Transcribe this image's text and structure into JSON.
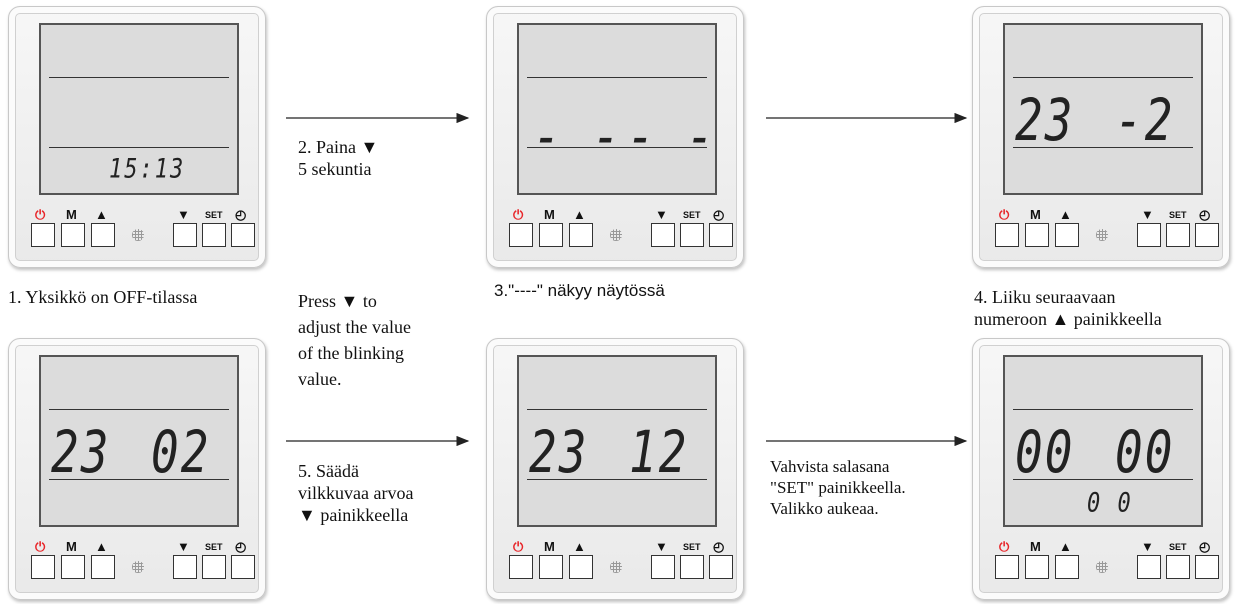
{
  "panels": [
    {
      "id": "p1",
      "big_left": "",
      "big_right": "",
      "small": "15:13"
    },
    {
      "id": "p2",
      "big_left": "- -",
      "big_right": "- -",
      "small": ""
    },
    {
      "id": "p3",
      "big_left": "23",
      "big_right": "-2",
      "small": ""
    },
    {
      "id": "p4",
      "big_left": "23",
      "big_right": "02",
      "small": ""
    },
    {
      "id": "p5",
      "big_left": "23",
      "big_right": "12",
      "small": ""
    },
    {
      "id": "p6",
      "big_left": "00",
      "big_right": "00",
      "small": "0 0"
    }
  ],
  "buttons": {
    "power": "⏻",
    "mode": "M",
    "up": "▲",
    "down": "▼",
    "set": "SET",
    "clock": "◴"
  },
  "colors": {
    "power": "#e8262a",
    "lcd_bg": "#dcdcdc"
  },
  "captions": {
    "step1": "1. Yksikkö on OFF-tilassa",
    "step2": "2. Paina ▼\n5 sekuntia",
    "step3": "3.\"----\" näkyy näytössä",
    "step4": "4. Liiku seuraavaan\nnumeroon ▲ painikkeella",
    "press": "Press  ▼  to\nadjust the value\nof the blinking\nvalue.",
    "step5": "5. Säädä\nvilkkuvaa arvoa\n▼ painikkeella",
    "step6": "Vahvista salasana\n\"SET\" painikkeella.\nValikko aukeaa."
  }
}
